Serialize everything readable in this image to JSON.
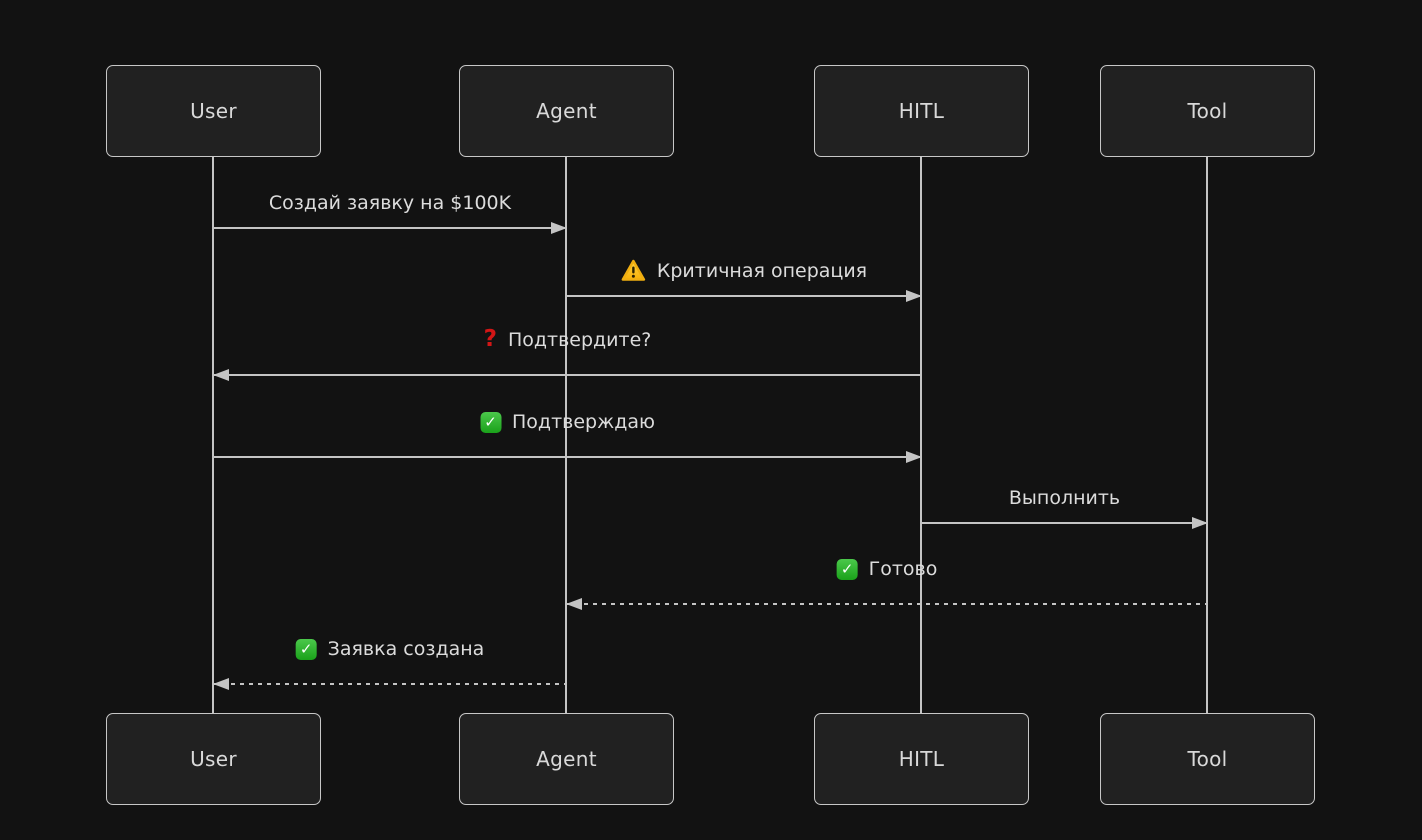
{
  "diagram": {
    "type": "sequence",
    "actors": [
      {
        "name": "User"
      },
      {
        "name": "Agent"
      },
      {
        "name": "HITL"
      },
      {
        "name": "Tool"
      }
    ],
    "messages": [
      {
        "from": "User",
        "to": "Agent",
        "label": "Создай заявку на $100K",
        "icon": null,
        "line": "solid"
      },
      {
        "from": "Agent",
        "to": "HITL",
        "label": "Критичная операция",
        "icon": "warning-icon",
        "line": "solid"
      },
      {
        "from": "HITL",
        "to": "User",
        "label": "Подтвердите?",
        "icon": "question-icon",
        "line": "solid"
      },
      {
        "from": "User",
        "to": "HITL",
        "label": "Подтверждаю",
        "icon": "check-icon",
        "line": "solid"
      },
      {
        "from": "HITL",
        "to": "Tool",
        "label": "Выполнить",
        "icon": null,
        "line": "solid"
      },
      {
        "from": "Tool",
        "to": "Agent",
        "label": "Готово",
        "icon": "check-icon",
        "line": "dashed"
      },
      {
        "from": "Agent",
        "to": "User",
        "label": "Заявка создана",
        "icon": "check-icon",
        "line": "dashed"
      }
    ],
    "icons": {
      "check_glyph": "✓"
    },
    "colors": {
      "background": "#121212",
      "box_fill": "#212121",
      "box_border": "#c7c7c7",
      "text": "#d9d9d9",
      "line": "#c4c4c4",
      "warning_yellow": "#fdc500",
      "question_red": "#d31616",
      "check_green": "#2bb22b"
    }
  }
}
